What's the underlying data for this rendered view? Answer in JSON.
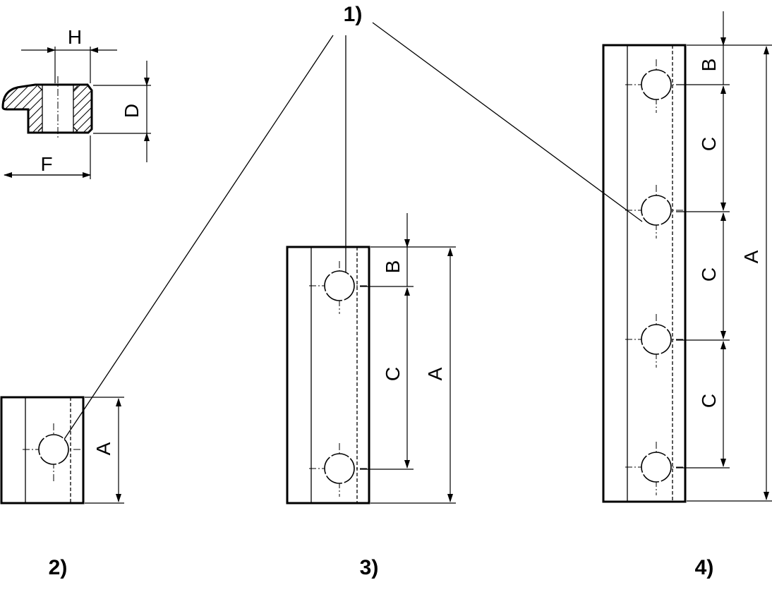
{
  "callouts": {
    "part_ref": "1)",
    "view_small": "2)",
    "view_medium": "3)",
    "view_large": "4)"
  },
  "section_view": {
    "dim_h": "H",
    "dim_d": "D",
    "dim_f": "F"
  },
  "view_small": {
    "dim_a": "A"
  },
  "view_medium": {
    "dim_a": "A",
    "dim_b": "B",
    "dim_c": "C"
  },
  "view_large": {
    "dim_a": "A",
    "dim_b": "B",
    "dim_c1": "C",
    "dim_c2": "C",
    "dim_c3": "C"
  },
  "colors": {
    "line": "#000000",
    "background": "#ffffff"
  }
}
